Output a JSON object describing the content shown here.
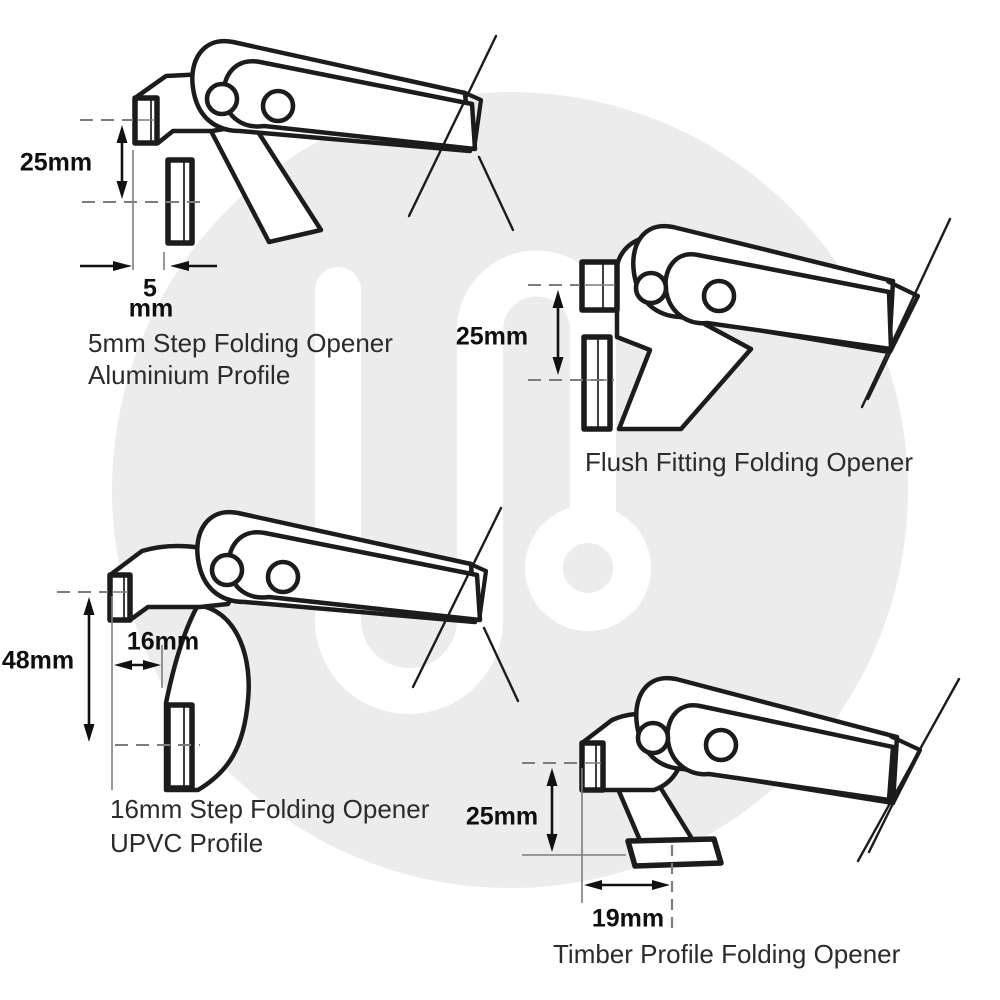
{
  "colors": {
    "line": "#1c1c1c",
    "refc": "#7d7d7d",
    "labelc": "#0f0f0f",
    "capc": "#2b2b2b",
    "wmcircle": "#ECECEC",
    "wmglyph": "#FFFFFF"
  },
  "diagrams": {
    "step5": {
      "dim_height": "25mm",
      "step_value": "5",
      "step_unit": "mm",
      "caption_line1": "5mm Step Folding Opener",
      "caption_line2": "Aluminium Profile"
    },
    "flush": {
      "dim_height": "25mm",
      "caption": "Flush Fitting Folding Opener"
    },
    "step16": {
      "dim_height": "48mm",
      "dim_step": "16mm",
      "caption_line1": "16mm Step Folding Opener",
      "caption_line2": "UPVC Profile"
    },
    "timber": {
      "dim_height": "25mm",
      "dim_step": "19mm",
      "caption": "Timber Profile Folding Opener"
    }
  }
}
